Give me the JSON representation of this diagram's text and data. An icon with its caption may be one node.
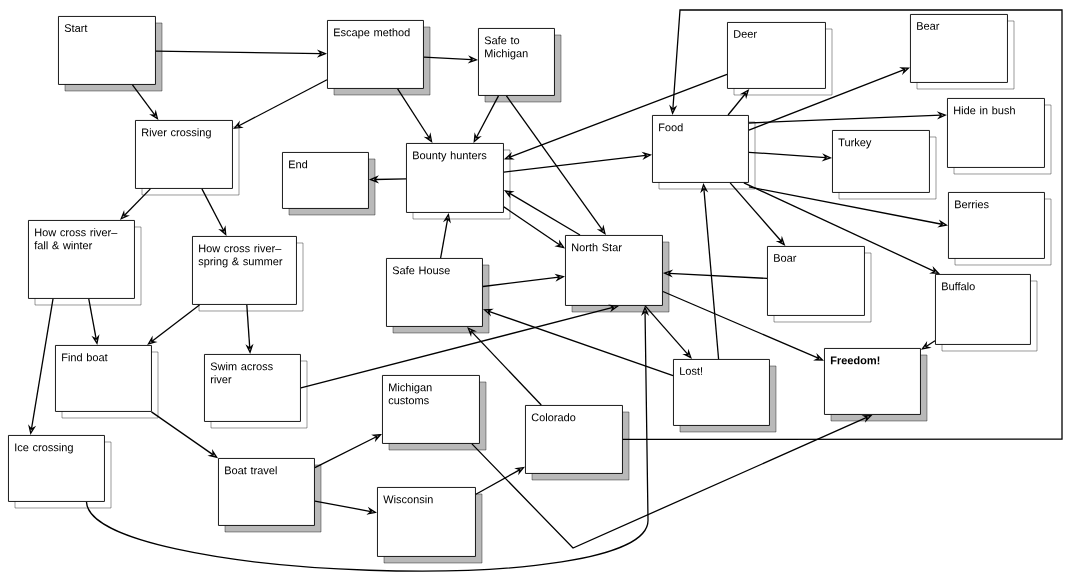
{
  "diagram": {
    "nodes": [
      {
        "text": [
          "Start"
        ]
      },
      {
        "text": [
          "Escape method"
        ]
      },
      {
        "text": [
          "Safe to Michigan"
        ]
      },
      {
        "text": [
          "Deer"
        ]
      },
      {
        "text": [
          "Bear"
        ]
      },
      {
        "text": [
          "River crossing"
        ]
      },
      {
        "text": [
          "End"
        ]
      },
      {
        "text": [
          "Bounty hunters"
        ]
      },
      {
        "text": [
          "Food"
        ]
      },
      {
        "text": [
          "Hide in bush"
        ]
      },
      {
        "text": [
          "Turkey"
        ]
      },
      {
        "text": [
          "How cross river–fall & winter"
        ]
      },
      {
        "text": [
          "How cross river–spring & summer"
        ]
      },
      {
        "text": [
          "Safe House"
        ]
      },
      {
        "text": [
          "North Star"
        ]
      },
      {
        "text": [
          "Berries"
        ]
      },
      {
        "text": [
          "Boar"
        ]
      },
      {
        "text": [
          "Buffalo"
        ]
      },
      {
        "text": [
          "Find boat"
        ]
      },
      {
        "text": [
          "Swim across river"
        ]
      },
      {
        "text": [
          "Lost!"
        ]
      },
      {
        "text": [
          "Freedom!"
        ]
      },
      {
        "text": [
          "Michigan customs"
        ]
      },
      {
        "text": [
          "Colorado"
        ]
      },
      {
        "text": [
          "Ice crossing"
        ]
      },
      {
        "text": [
          "Boat travel"
        ]
      },
      {
        "text": [
          "Wisconsin"
        ]
      }
    ],
    "edges": [
      {
        "from": 0,
        "to": 1,
        "arrow": "to"
      },
      {
        "from": 0,
        "to": 5,
        "arrow": "to"
      },
      {
        "from": 1,
        "to": 2,
        "arrow": "to"
      },
      {
        "from": 1,
        "to": 5,
        "arrow": "to"
      },
      {
        "from": 1,
        "to": 7,
        "arrow": "to"
      },
      {
        "from": 2,
        "to": 7,
        "arrow": "to"
      },
      {
        "from": 2,
        "to": 14,
        "arrow": "to"
      },
      {
        "from": 3,
        "to": 7,
        "arrow": "to"
      },
      {
        "from": 7,
        "to": 6,
        "arrow": "to"
      },
      {
        "from": 7,
        "to": 8,
        "arrow": "to"
      },
      {
        "from": 14,
        "to": 7,
        "arrow": "to"
      },
      {
        "from": 7,
        "to": 14,
        "arrow": "to"
      },
      {
        "from": 8,
        "to": 3,
        "arrow": "to"
      },
      {
        "from": 8,
        "to": 4,
        "arrow": "to"
      },
      {
        "from": 8,
        "to": 9,
        "arrow": "to"
      },
      {
        "from": 8,
        "to": 10,
        "arrow": "to"
      },
      {
        "from": 8,
        "to": 15,
        "arrow": "to"
      },
      {
        "from": 8,
        "to": 17,
        "arrow": "to"
      },
      {
        "from": 8,
        "to": 16,
        "arrow": "to"
      },
      {
        "from": 16,
        "to": 14,
        "arrow": "to"
      },
      {
        "from": 20,
        "to": 8,
        "arrow": "to"
      },
      {
        "from": 14,
        "to": 20,
        "arrow": "to"
      },
      {
        "from": 14,
        "to": 21,
        "arrow": "to"
      },
      {
        "from": 17,
        "to": 21,
        "arrow": "to"
      },
      {
        "from": 23,
        "to": 8,
        "arrow": "to"
      },
      {
        "from": 13,
        "to": 7,
        "arrow": "to"
      },
      {
        "from": 13,
        "to": 14,
        "arrow": "to"
      },
      {
        "from": 20,
        "to": 13,
        "arrow": "to"
      },
      {
        "from": 23,
        "to": 13,
        "arrow": "to"
      },
      {
        "from": 19,
        "to": 14,
        "arrow": "to"
      },
      {
        "from": 24,
        "to": 14,
        "arrow": "to"
      },
      {
        "from": 22,
        "to": 21,
        "arrow": "to"
      },
      {
        "from": 26,
        "to": 23,
        "arrow": "to"
      },
      {
        "from": 25,
        "to": 22,
        "arrow": "to"
      },
      {
        "from": 25,
        "to": 26,
        "arrow": "to"
      },
      {
        "from": 18,
        "to": 25,
        "arrow": "to"
      },
      {
        "from": 5,
        "to": 11,
        "arrow": "to"
      },
      {
        "from": 5,
        "to": 12,
        "arrow": "to"
      },
      {
        "from": 11,
        "to": 18,
        "arrow": "to"
      },
      {
        "from": 11,
        "to": 24,
        "arrow": "to"
      },
      {
        "from": 12,
        "to": 18,
        "arrow": "to"
      },
      {
        "from": 12,
        "to": 19,
        "arrow": "to"
      }
    ]
  }
}
